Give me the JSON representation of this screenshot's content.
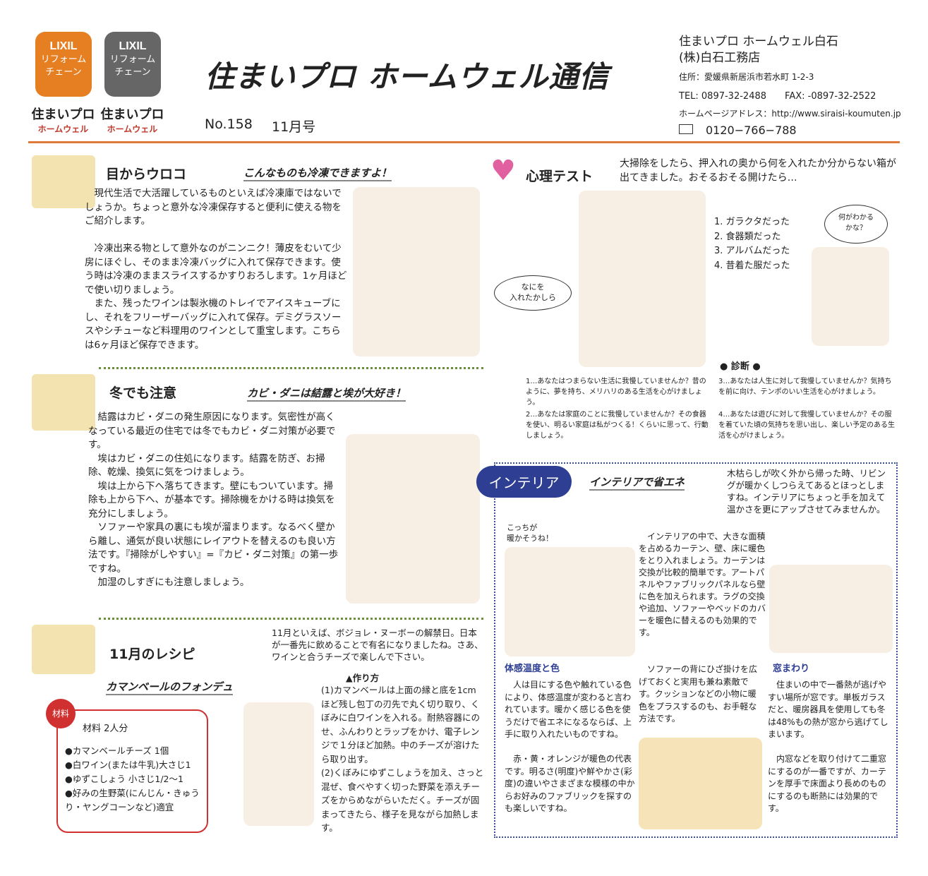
{
  "header": {
    "logos": [
      {
        "line1": "LIXIL",
        "line2": "リフォーム",
        "line3": "チェーン",
        "brand": "住まいプロ",
        "brand_sub": "ホームウェル"
      },
      {
        "line1": "LIXIL",
        "line2": "リフォーム",
        "line3": "チェーン",
        "brand": "住まいプロ",
        "brand_sub": "ホームウェル"
      }
    ],
    "title": "住まいプロ ホームウェル通信",
    "issue_no": "No.158",
    "issue_month": "11月号",
    "company": {
      "name1": "住まいプロ ホームウェル白石",
      "name2": "(株)白石工務店",
      "address": "住所：愛媛県新居浜市若水町 1-2-3",
      "tel": "TEL: 0897-32-2488",
      "fax": "FAX: -0897-32-2522",
      "homepage": "ホームページアドレス：http://www.siraisi-koumuten.jp",
      "freedial": "0120−766−788"
    }
  },
  "sec1": {
    "title": "目からウロコ",
    "subtitle": "こんなものも冷凍できますよ！",
    "body": "　現代生活で大活躍しているものといえば冷凍庫ではないでしょうか。ちょっと意外な冷凍保存すると便利に使える物をご紹介します。\n\n　冷凍出来る物として意外なのがニンニク！薄皮をむいて少房にほぐし、そのまま冷凍バッグに入れて保存できます。使う時は冷凍のままスライスするかすりおろします。1ヶ月ほどで使い切りましょう。\n　また、残ったワインは製氷機のトレイでアイスキューブにし、それをフリーザーバッグに入れて保存。デミグラスソースやシチューなど料理用のワインとして重宝します。こちらは6ヶ月ほど保存できます。"
  },
  "sec2": {
    "title": "冬でも注意",
    "subtitle": "カビ・ダニは結露と埃が大好き！",
    "body": "　結露はカビ・ダニの発生原因になります。気密性が高くなっている最近の住宅では冬でもカビ・ダニ対策が必要です。\n　埃はカビ・ダニの住処になります。結露を防ぎ、お掃除、乾燥、換気に気をつけましょう。\n　埃は上から下へ落ちてきます。壁にもついています。掃除も上から下へ、が基本です。掃除機をかける時は換気を充分にしましょう。\n　ソファーや家具の裏にも埃が溜まります。なるべく壁から離し、通気が良い状態にレイアウトを替えるのも良い方法です。『掃除がしやすい』=『カビ・ダニ対策』の第一歩ですね。\n　加湿のしすぎにも注意しましょう。"
  },
  "sec3": {
    "title": "11月のレシピ",
    "subtitle": "カマンベールのフォンデュ",
    "intro": "11月といえば、ボジョレ・ヌーボーの解禁日。日本が一番先に飲めることで有名になりましたね。さあ、ワインと合うチーズで楽しんで下さい。",
    "method_title": "▲作り方",
    "method": "(1)カマンベールは上面の縁と底を1cmほど残し包丁の刃先で丸く切り取り、くぼみに白ワインを入れる。耐熱容器にのせ、ふんわりとラップをかけ、電子レンジで１分ほど加熱。中のチーズが溶けたら取り出す。\n(2)くぼみにゆずこしょうを加え、さっと混ぜ、食べやすく切った野菜を添えチーズをからめながらいただく。チーズが固まってきたら、様子を見ながら加熱します。",
    "ingredients_tag": "材料",
    "ingredients_title": "材料 2人分",
    "ingredients": [
      "●カマンベールチーズ 1個",
      "●白ワイン(または牛乳)大さじ1",
      "●ゆずこしょう 小さじ1/2〜1",
      "●好みの生野菜(にんじん・きゅうり・ヤングコーンなど)適宜"
    ]
  },
  "psych": {
    "title": "心理テスト",
    "question": "大掃除をしたら、押入れの奥から何を入れたか分からない箱が出てきました。おそるおそる開けたら…",
    "bubble": "なにを\n入れたかしら",
    "bubble2": "何がわかる\nかな？",
    "options": [
      "1. ガラクタだった",
      "2. 食器類だった",
      "3. アルバムだった",
      "4. 昔着た服だった"
    ],
    "diagnosis_title": "● 診断 ●",
    "results": [
      "1…あなたはつまらない生活に我慢していませんか？昔のように、夢を持ち、メリハリのある生活を心がけましょう。",
      "2…あなたは家庭のことに我慢していませんか？その食器を使い、明るい家庭は私がつくる！くらいに思って、行動しましょう。",
      "3…あなたは人生に対して我慢していませんか？気持ちを前に向け、テンポのいい生活を心がけましょう。",
      "4…あなたは遊びに対して我慢していませんか？その服を着ていた頃の気持ちを思い出し、楽しい予定のある生活を心がけましょう。"
    ]
  },
  "interior": {
    "tag": "インテリア",
    "subtitle": "インテリアで省エネ",
    "intro": "木枯らしが吹く外から帰った時、リビングが暖かくしつらえてあるとほっとしますね。インテリアにちょっと手を加えて温かさを更にアップさせてみませんか。",
    "bubble": "こっちが\n暖かそうね！",
    "p1": "　インテリアの中で、大きな面積を占めるカーテン、壁、床に暖色をとり入れましょう。カーテンは交換が比較的簡単です。アートパネルやファブリックパネルなら壁に色を加えられます。ラグの交換や追加、ソファーやベッドのカバーを暖色に替えるのも効果的です。",
    "h_color": "体感温度と色",
    "p_color": "　人は目にする色や触れている色により、体感温度が変わると言われています。暖かく感じる色を使うだけで省エネになるならば、上手に取り入れたいものですね。\n\n　赤・黄・オレンジが暖色の代表です。明るさ(明度)や鮮やかさ(彩度)の違いやさまざまな模様の中からお好みのファブリックを探すのも楽しいですね。",
    "p_sofa": "　ソファーの背にひざ掛けを広げておくと実用も兼ね素敵です。クッションなどの小物に暖色をプラスするのも、お手軽な方法です。",
    "h_window": "窓まわり",
    "p_window": "　住まいの中で一番熱が逃げやすい場所が窓です。単板ガラスだと、暖房器具を使用しても冬は48%もの熱が窓から逃げてしまいます。\n\n　内窓などを取り付けて二重窓にするのが一番ですが、カーテンを厚手で床面より長めのものにするのも断熱には効果的です。"
  }
}
